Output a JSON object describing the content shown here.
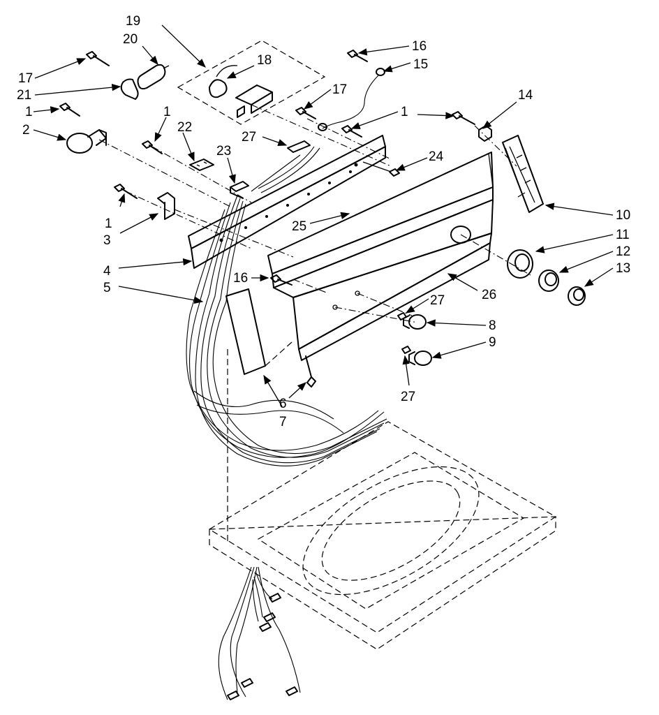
{
  "callouts": [
    {
      "id": "c19",
      "text": "19"
    },
    {
      "id": "c20",
      "text": "20"
    },
    {
      "id": "c18",
      "text": "18"
    },
    {
      "id": "c17a",
      "text": "17"
    },
    {
      "id": "c21",
      "text": "21"
    },
    {
      "id": "c1a",
      "text": "1"
    },
    {
      "id": "c2",
      "text": "2"
    },
    {
      "id": "c1b",
      "text": "1"
    },
    {
      "id": "c22",
      "text": "22"
    },
    {
      "id": "c23",
      "text": "23"
    },
    {
      "id": "c27a",
      "text": "27"
    },
    {
      "id": "c16a",
      "text": "16"
    },
    {
      "id": "c15",
      "text": "15"
    },
    {
      "id": "c17b",
      "text": "17"
    },
    {
      "id": "c1c",
      "text": "1"
    },
    {
      "id": "c14",
      "text": "14"
    },
    {
      "id": "c24",
      "text": "24"
    },
    {
      "id": "c1d",
      "text": "1"
    },
    {
      "id": "c3",
      "text": "3"
    },
    {
      "id": "c4",
      "text": "4"
    },
    {
      "id": "c5",
      "text": "5"
    },
    {
      "id": "c25",
      "text": "25"
    },
    {
      "id": "c10",
      "text": "10"
    },
    {
      "id": "c11",
      "text": "11"
    },
    {
      "id": "c12",
      "text": "12"
    },
    {
      "id": "c13",
      "text": "13"
    },
    {
      "id": "c16b",
      "text": "16"
    },
    {
      "id": "c26",
      "text": "26"
    },
    {
      "id": "c27b",
      "text": "27"
    },
    {
      "id": "c8",
      "text": "8"
    },
    {
      "id": "c9",
      "text": "9"
    },
    {
      "id": "c27c",
      "text": "27"
    },
    {
      "id": "c6",
      "text": "6"
    },
    {
      "id": "c7",
      "text": "7"
    }
  ]
}
